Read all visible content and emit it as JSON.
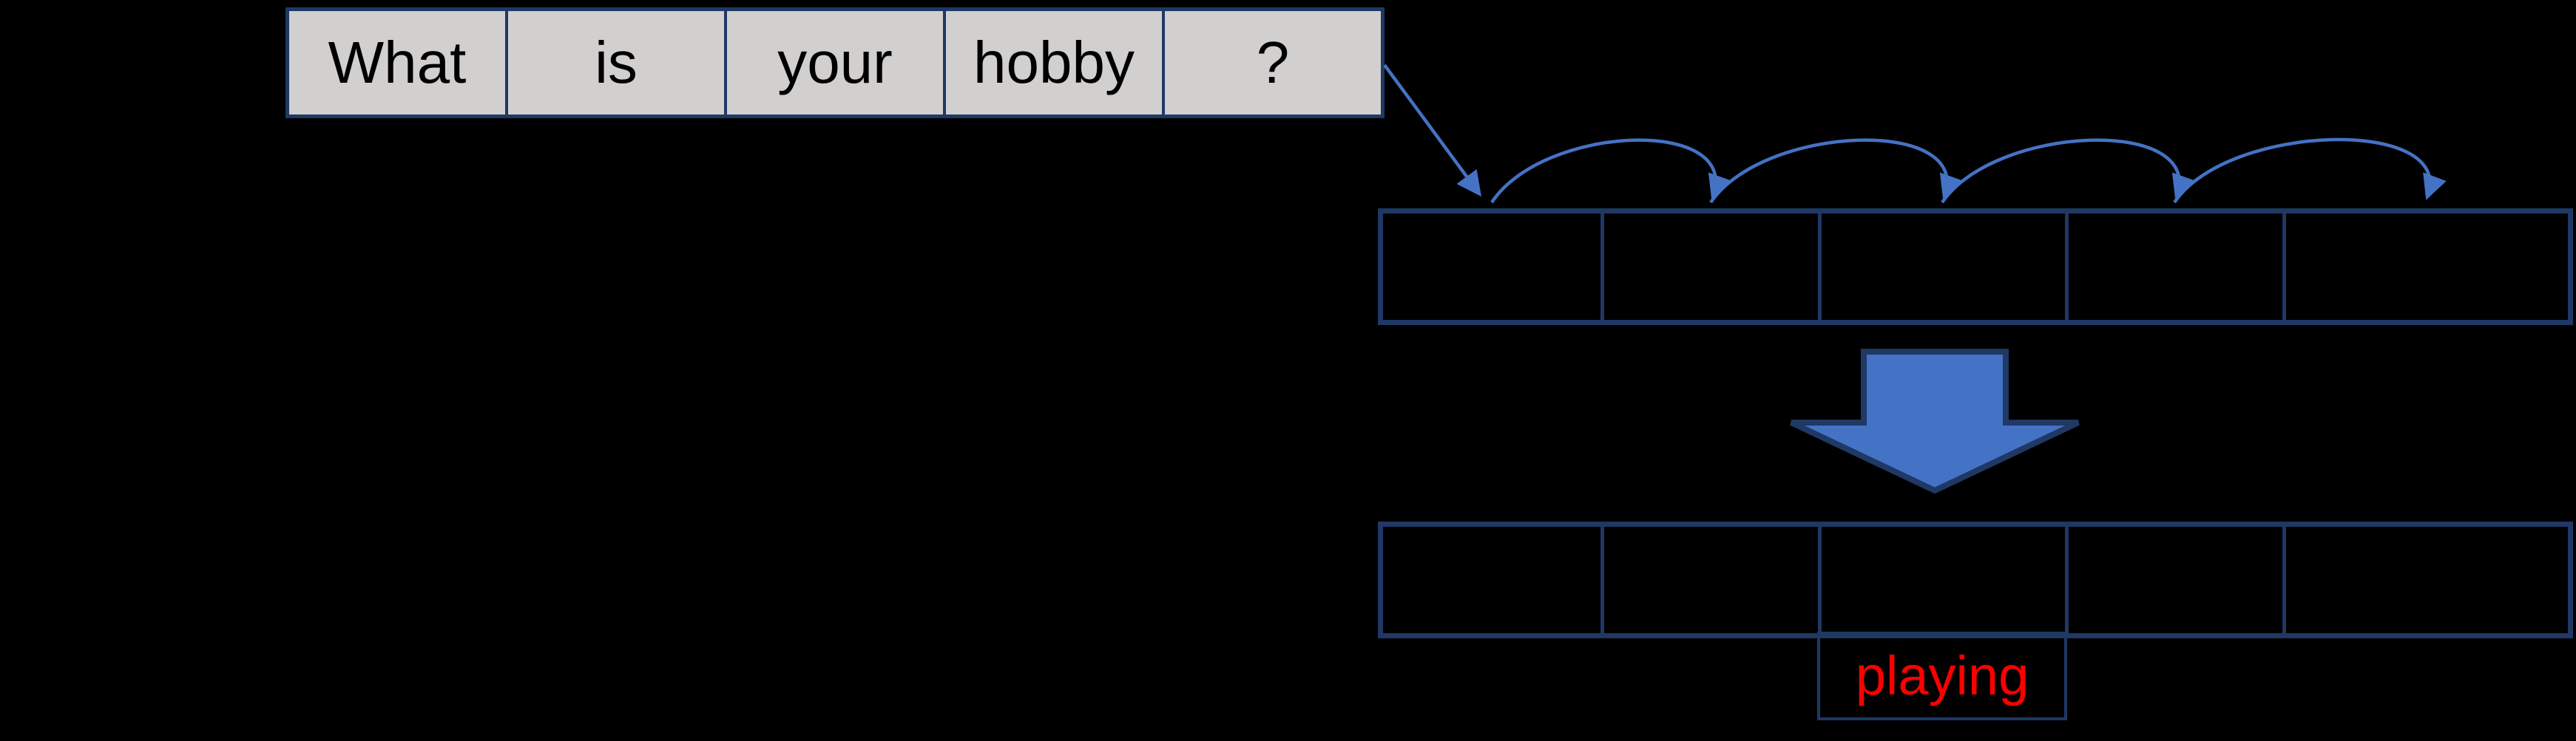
{
  "sentence_row": {
    "words": [
      "What",
      "is",
      "your",
      "hobby",
      "?"
    ]
  },
  "upper_row": {
    "cells": [
      "",
      "",
      "",
      "",
      ""
    ]
  },
  "lower_row": {
    "cells": [
      "",
      "",
      "",
      "",
      ""
    ]
  },
  "answer_box": {
    "label": "playing"
  },
  "colors": {
    "background": "#000000",
    "box_border_navy": "#1F3864",
    "word_cell_fill": "#D2CFCF",
    "word_text": "#000000",
    "arrow_blue": "#4472C4",
    "answer_red": "#FF0000"
  }
}
